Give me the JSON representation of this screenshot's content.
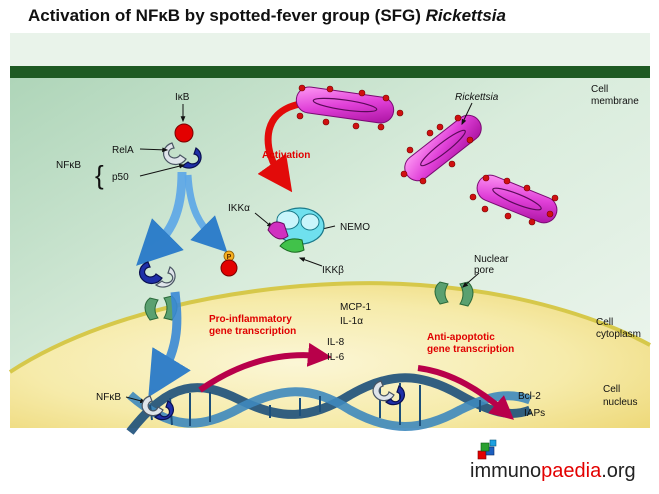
{
  "title": {
    "prefix": "Activation of  NFκB by spotted-fever group (SFG) ",
    "italic": "Rickettsia"
  },
  "labels": {
    "ikb": "IκB",
    "nfkb_top": "NFκB",
    "rela": "RelA",
    "p50": "p50",
    "activation": "Activation",
    "rickettsia": "Rickettsia",
    "cell_membrane_1": "Cell",
    "cell_membrane_2": "membrane",
    "ikka": "IKKα",
    "nemo": "NEMO",
    "ikkb": "IKKβ",
    "phospho": "P",
    "nuclear_pore_1": "Nuclear",
    "nuclear_pore_2": "pore",
    "mcp1": "MCP-1",
    "il1a": "IL-1α",
    "il8": "IL-8",
    "il6": "IL-6",
    "pro_inflam_1": "Pro-inflammatory",
    "pro_inflam_2": "gene transcription",
    "anti_apop_1": "Anti-apoptotic",
    "anti_apop_2": "gene transcription",
    "cell_cytoplasm_1": "Cell",
    "cell_cytoplasm_2": "cytoplasm",
    "cell_nucleus_1": "Cell",
    "cell_nucleus_2": "nucleus",
    "nfkb_bottom": "NFκB",
    "bcl2": "Bcl-2",
    "iaps": "IAPs"
  },
  "logo": {
    "part1": "immuno",
    "part2": "paedia",
    "part3": ".org"
  },
  "colors": {
    "membrane": "#1e5a23",
    "cytoplasm": "#d3e7d6",
    "nucleus": "#f4e7a4",
    "nuclear_envelope": "#d6c84a",
    "activation_red": "#e00000",
    "rickettsia_magenta": "#e040d8",
    "flow_blue": "#3a8ad6",
    "dna_blue": "#2a6a9a"
  }
}
